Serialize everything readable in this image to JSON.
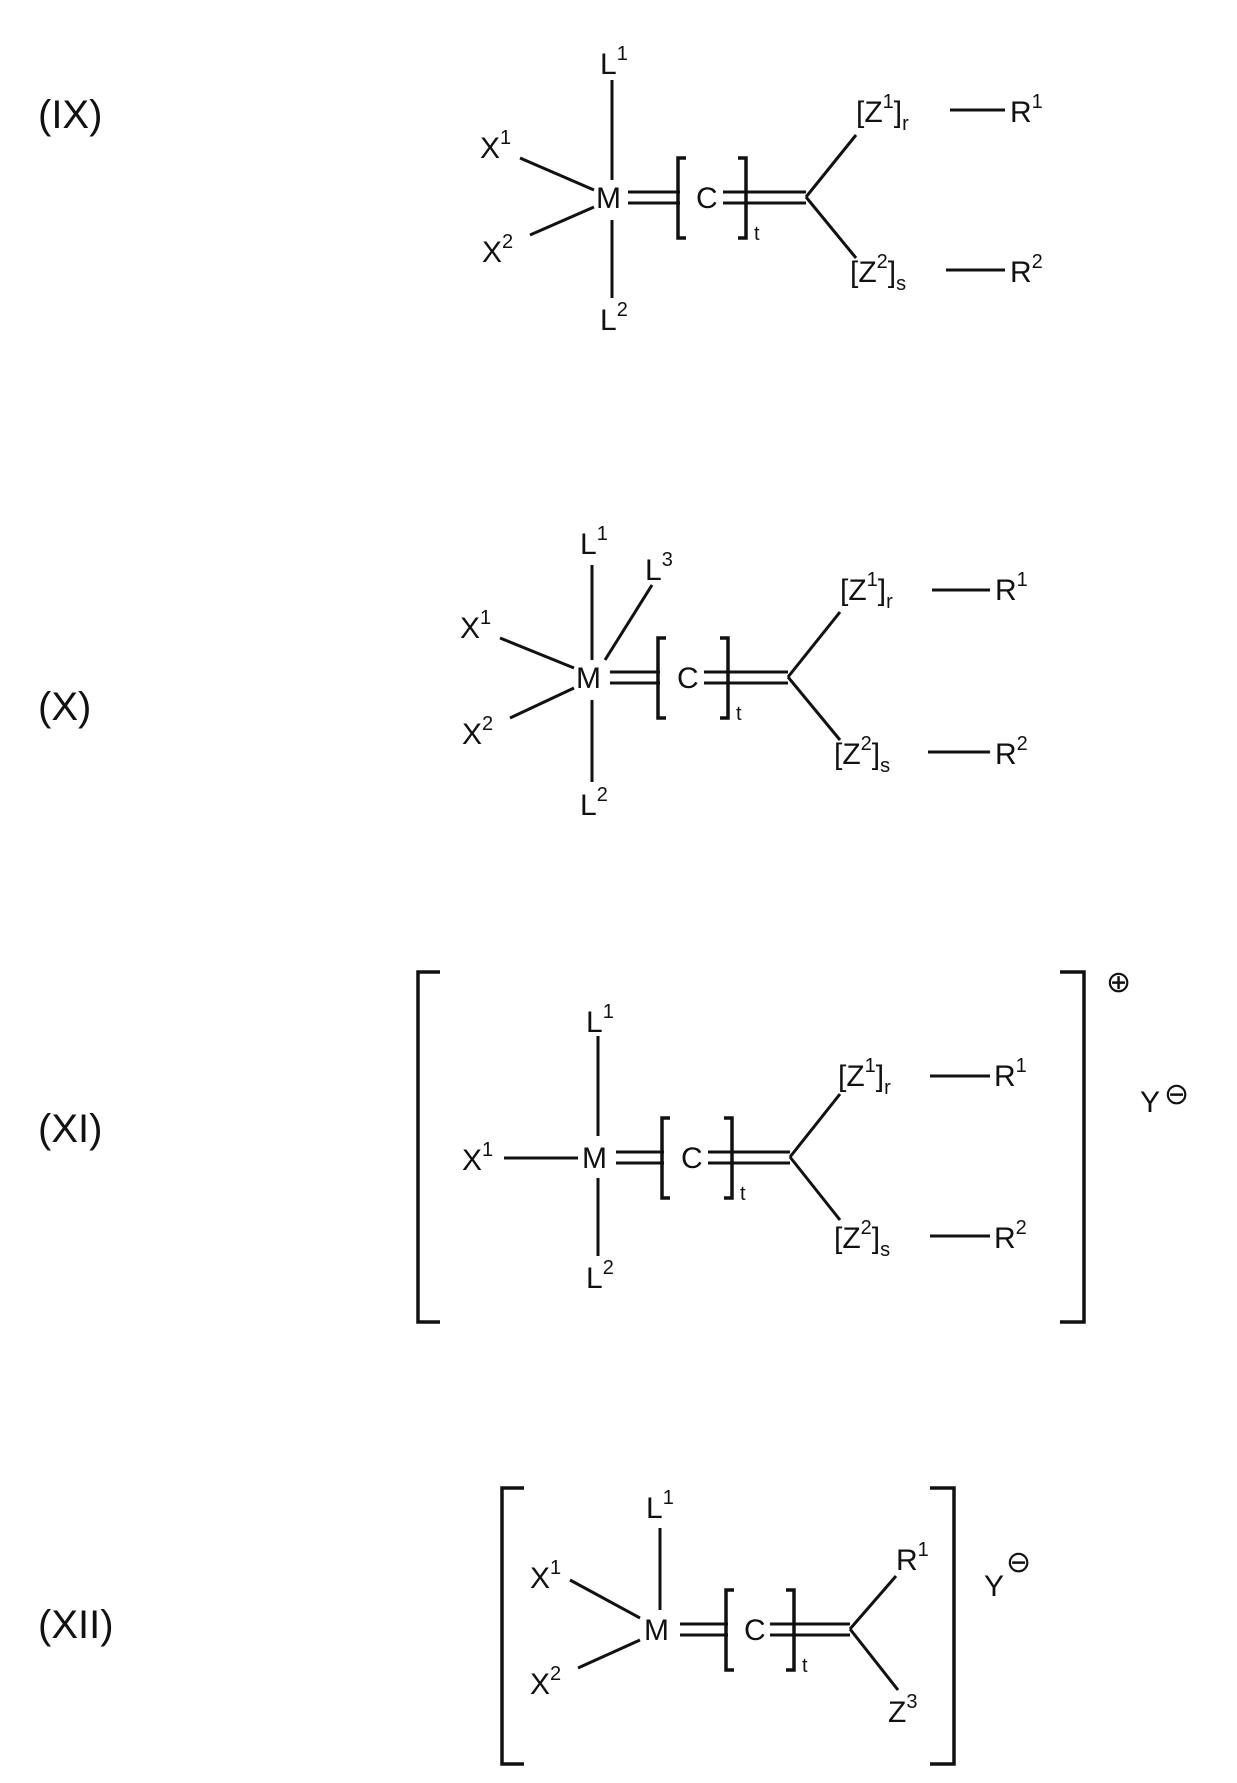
{
  "formulas": [
    {
      "id": "IX",
      "label": "(IX)",
      "atoms": {
        "L1": "L",
        "L1_sup": "1",
        "L2": "L",
        "L2_sup": "2",
        "X1": "X",
        "X1_sup": "1",
        "X2": "X",
        "X2_sup": "2",
        "M": "M",
        "C": "C",
        "t": "t",
        "Z1": "[Z",
        "Z1_sup": "1",
        "Z1_close": "]",
        "r": "r",
        "R1": "R",
        "R1_sup": "1",
        "Z2": "[Z",
        "Z2_sup": "2",
        "Z2_close": "]",
        "s": "s",
        "R2": "R",
        "R2_sup": "2"
      }
    },
    {
      "id": "X",
      "label": "(X)",
      "atoms": {
        "L1": "L",
        "L1_sup": "1",
        "L3": "L",
        "L3_sup": "3",
        "L2": "L",
        "L2_sup": "2",
        "X1": "X",
        "X1_sup": "1",
        "X2": "X",
        "X2_sup": "2",
        "M": "M",
        "C": "C",
        "t": "t",
        "Z1": "[Z",
        "Z1_sup": "1",
        "Z1_close": "]",
        "r": "r",
        "R1": "R",
        "R1_sup": "1",
        "Z2": "[Z",
        "Z2_sup": "2",
        "Z2_close": "]",
        "s": "s",
        "R2": "R",
        "R2_sup": "2"
      }
    },
    {
      "id": "XI",
      "label": "(XI)",
      "charge": "⊕",
      "counterion": "Y",
      "counterion_charge": "⊖",
      "atoms": {
        "L1": "L",
        "L1_sup": "1",
        "L2": "L",
        "L2_sup": "2",
        "X1": "X",
        "X1_sup": "1",
        "M": "M",
        "C": "C",
        "t": "t",
        "Z1": "[Z",
        "Z1_sup": "1",
        "Z1_close": "]",
        "r": "r",
        "R1": "R",
        "R1_sup": "1",
        "Z2": "[Z",
        "Z2_sup": "2",
        "Z2_close": "]",
        "s": "s",
        "R2": "R",
        "R2_sup": "2"
      }
    },
    {
      "id": "XII",
      "label": "(XII)",
      "counterion": "Y",
      "counterion_charge": "⊖",
      "atoms": {
        "L1": "L",
        "L1_sup": "1",
        "X1": "X",
        "X1_sup": "1",
        "X2": "X",
        "X2_sup": "2",
        "M": "M",
        "C": "C",
        "t": "t",
        "R1": "R",
        "R1_sup": "1",
        "Z3": "Z",
        "Z3_sup": "3"
      }
    }
  ]
}
